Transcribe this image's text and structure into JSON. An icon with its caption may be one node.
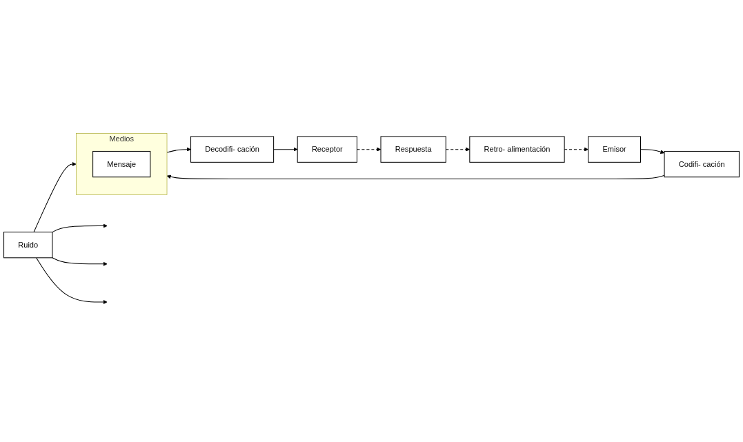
{
  "diagram": {
    "nodes": [
      {
        "text": [
          "Emisor"
        ]
      },
      {
        "text": [
          "Codifi- cación"
        ]
      },
      {
        "text": [
          "Medios"
        ]
      },
      {
        "text": [
          "Mensaje"
        ],
        "in": 2
      },
      {
        "text": [
          "Decodifi- cación"
        ]
      },
      {
        "text": [
          "Receptor"
        ]
      },
      {
        "text": [
          "Ruido"
        ]
      },
      {
        "text": [
          "Respuesta"
        ]
      },
      {
        "text": [
          "Retro- alimentación"
        ]
      }
    ],
    "edges": [
      {
        "from": 0,
        "to": 1,
        "arrow": "to"
      },
      {
        "from": 1,
        "to": 2,
        "arrow": "to"
      },
      {
        "from": 2,
        "to": 4,
        "arrow": "to"
      },
      {
        "from": 4,
        "to": 5,
        "arrow": "to"
      },
      {
        "from": 6,
        "to": 2,
        "arrow": "to"
      },
      {
        "from": 6,
        "to": null,
        "arrow": "to"
      },
      {
        "from": 6,
        "to": null,
        "arrow": "to"
      },
      {
        "from": 6,
        "to": null,
        "arrow": "to"
      },
      {
        "from": 5,
        "to": 7,
        "arrow": "to",
        "style": "dashed"
      },
      {
        "from": 7,
        "to": 8,
        "arrow": "to",
        "style": "dashed"
      },
      {
        "from": 8,
        "to": 0,
        "arrow": "to",
        "style": "dashed"
      }
    ]
  }
}
